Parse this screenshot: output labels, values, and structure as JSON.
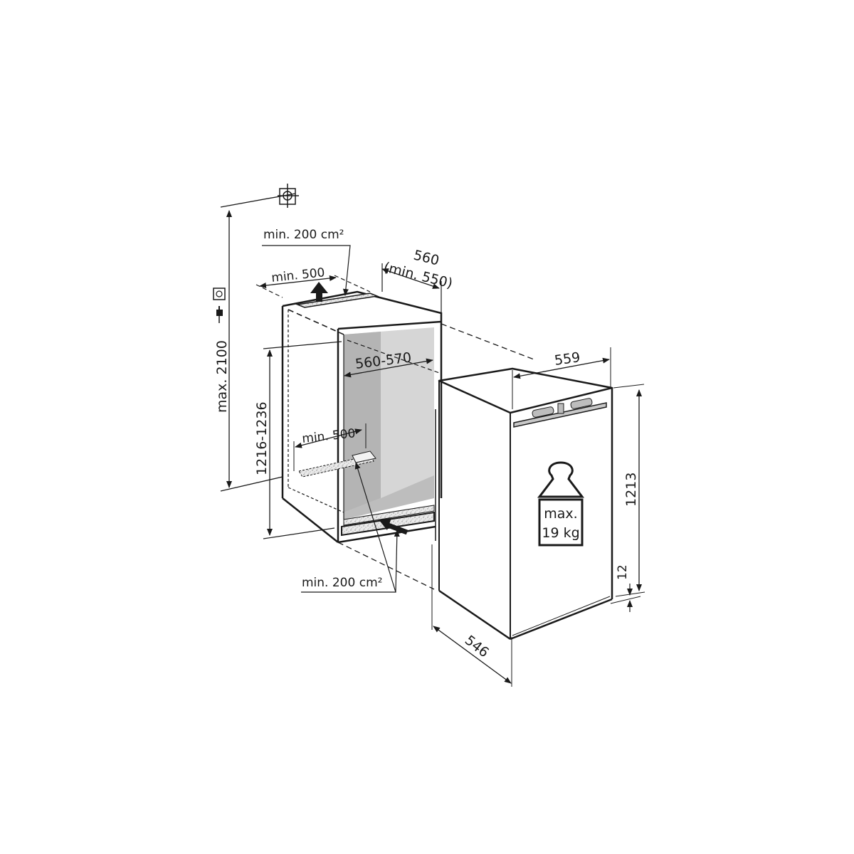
{
  "diagram": {
    "title": "Built-in refrigerator installation dimensions",
    "colors": {
      "line": "#1a1a1a",
      "niche_back": "#b4b4b4",
      "niche_side": "#d6d6d6",
      "niche_floor": "#bdbdbd",
      "background": "#ffffff"
    },
    "icons": {
      "water_connection": "crosshair-target-icon",
      "socket": "power-socket-icon",
      "plug": "power-plug-icon",
      "weight": "weight-icon",
      "airflow_up": "arrow-up-icon",
      "airflow_in": "arrow-diagonal-icon"
    },
    "labels": {
      "top_vent": "min. 200 cm²",
      "top_clearance": "min. 500",
      "niche_depth_line1": "560",
      "niche_depth_line2": "(min. 550)",
      "niche_width": "560-570",
      "max_height": "max. 2100",
      "niche_height": "1216-1236",
      "inner_clearance": "min. 500",
      "bottom_vent": "min. 200 cm²",
      "appliance_width": "559",
      "appliance_height": "1213",
      "plinth_gap": "12",
      "appliance_depth": "546",
      "door_load_line1": "max.",
      "door_load_line2": "19 kg"
    }
  }
}
